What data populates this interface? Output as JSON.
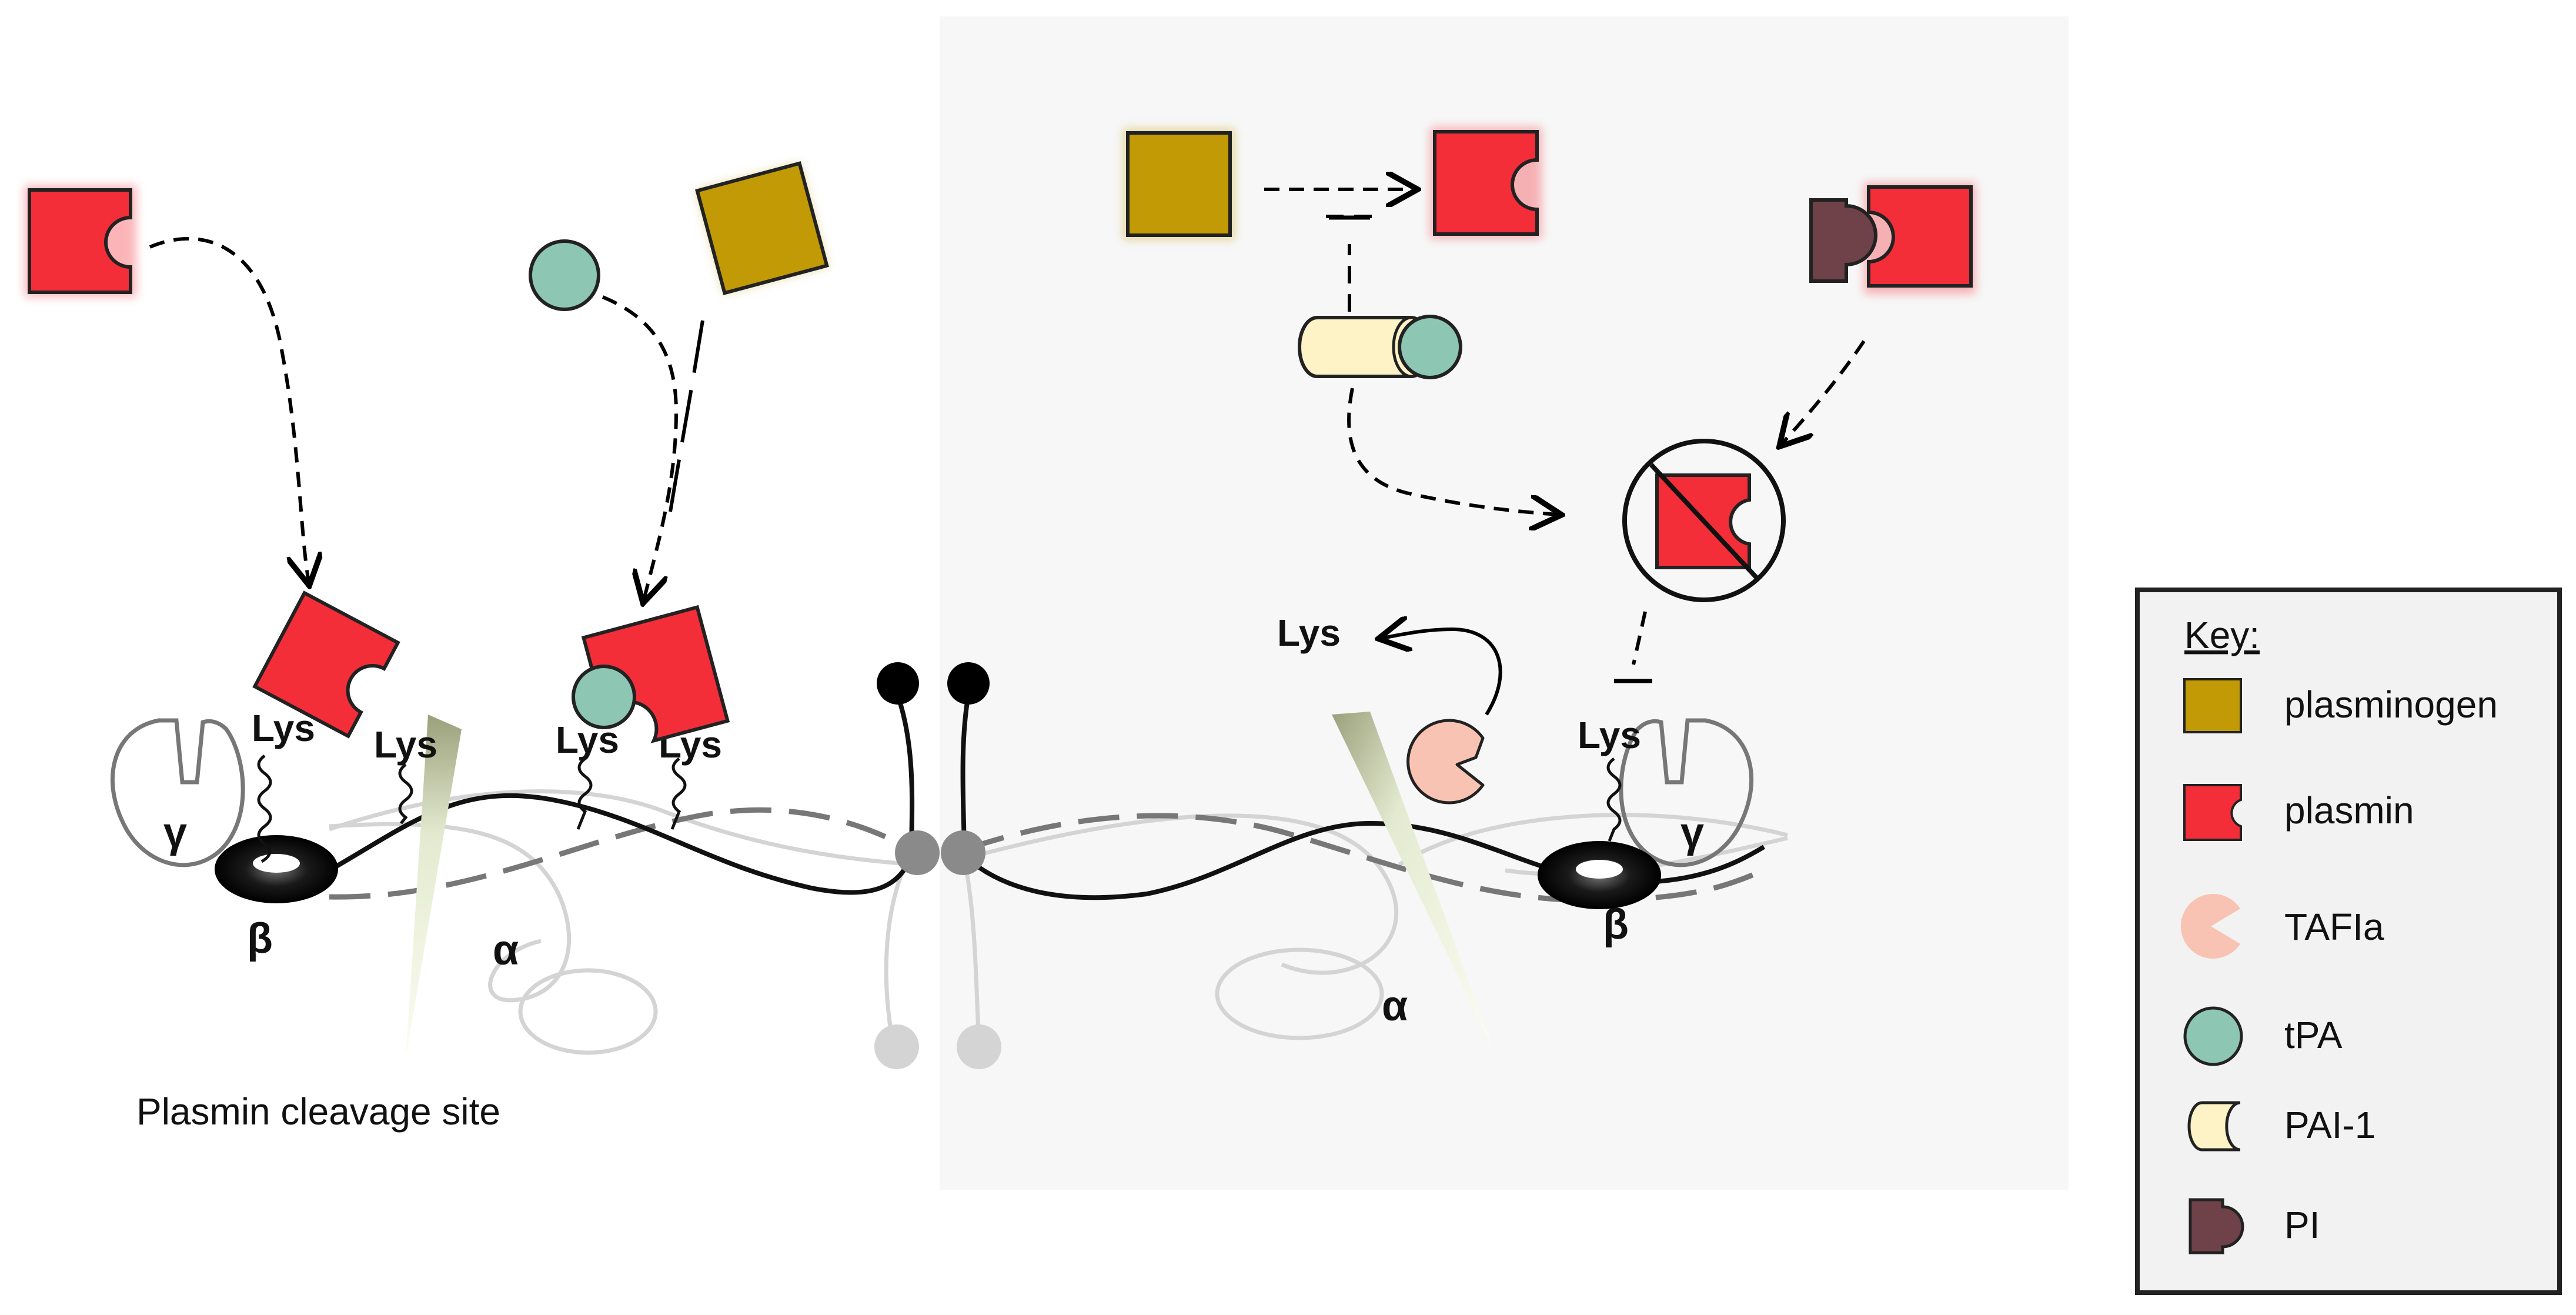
{
  "labels": {
    "lys": "Lys",
    "gamma": "γ",
    "beta": "β",
    "alpha": "α",
    "cleavage_site": "Plasmin cleavage site"
  },
  "key": {
    "title": "Key:",
    "items": [
      {
        "label": "plasminogen",
        "icon": "plasminogen-square-icon",
        "color": "#C19A06"
      },
      {
        "label": "plasmin",
        "icon": "plasmin-notched-square-icon",
        "color": "#F42E38"
      },
      {
        "label": "TAFIa",
        "icon": "tafia-pacman-icon",
        "color": "#F8C3B2"
      },
      {
        "label": "tPA",
        "icon": "tpa-circle-icon",
        "color": "#8DC6B2"
      },
      {
        "label": "PAI-1",
        "icon": "pai1-cylinder-icon",
        "color": "#FDF3C7"
      },
      {
        "label": "PI",
        "icon": "pi-notched-icon",
        "color": "#6E4248"
      }
    ]
  },
  "colors": {
    "plasmin": "#F42E38",
    "plasminogen": "#C19A06",
    "tpa": "#8DC6B2",
    "tafia": "#F8C3B2",
    "pai1": "#FDF3C7",
    "pi": "#6E4248",
    "right_panel_bg": "#F7F7F7"
  }
}
